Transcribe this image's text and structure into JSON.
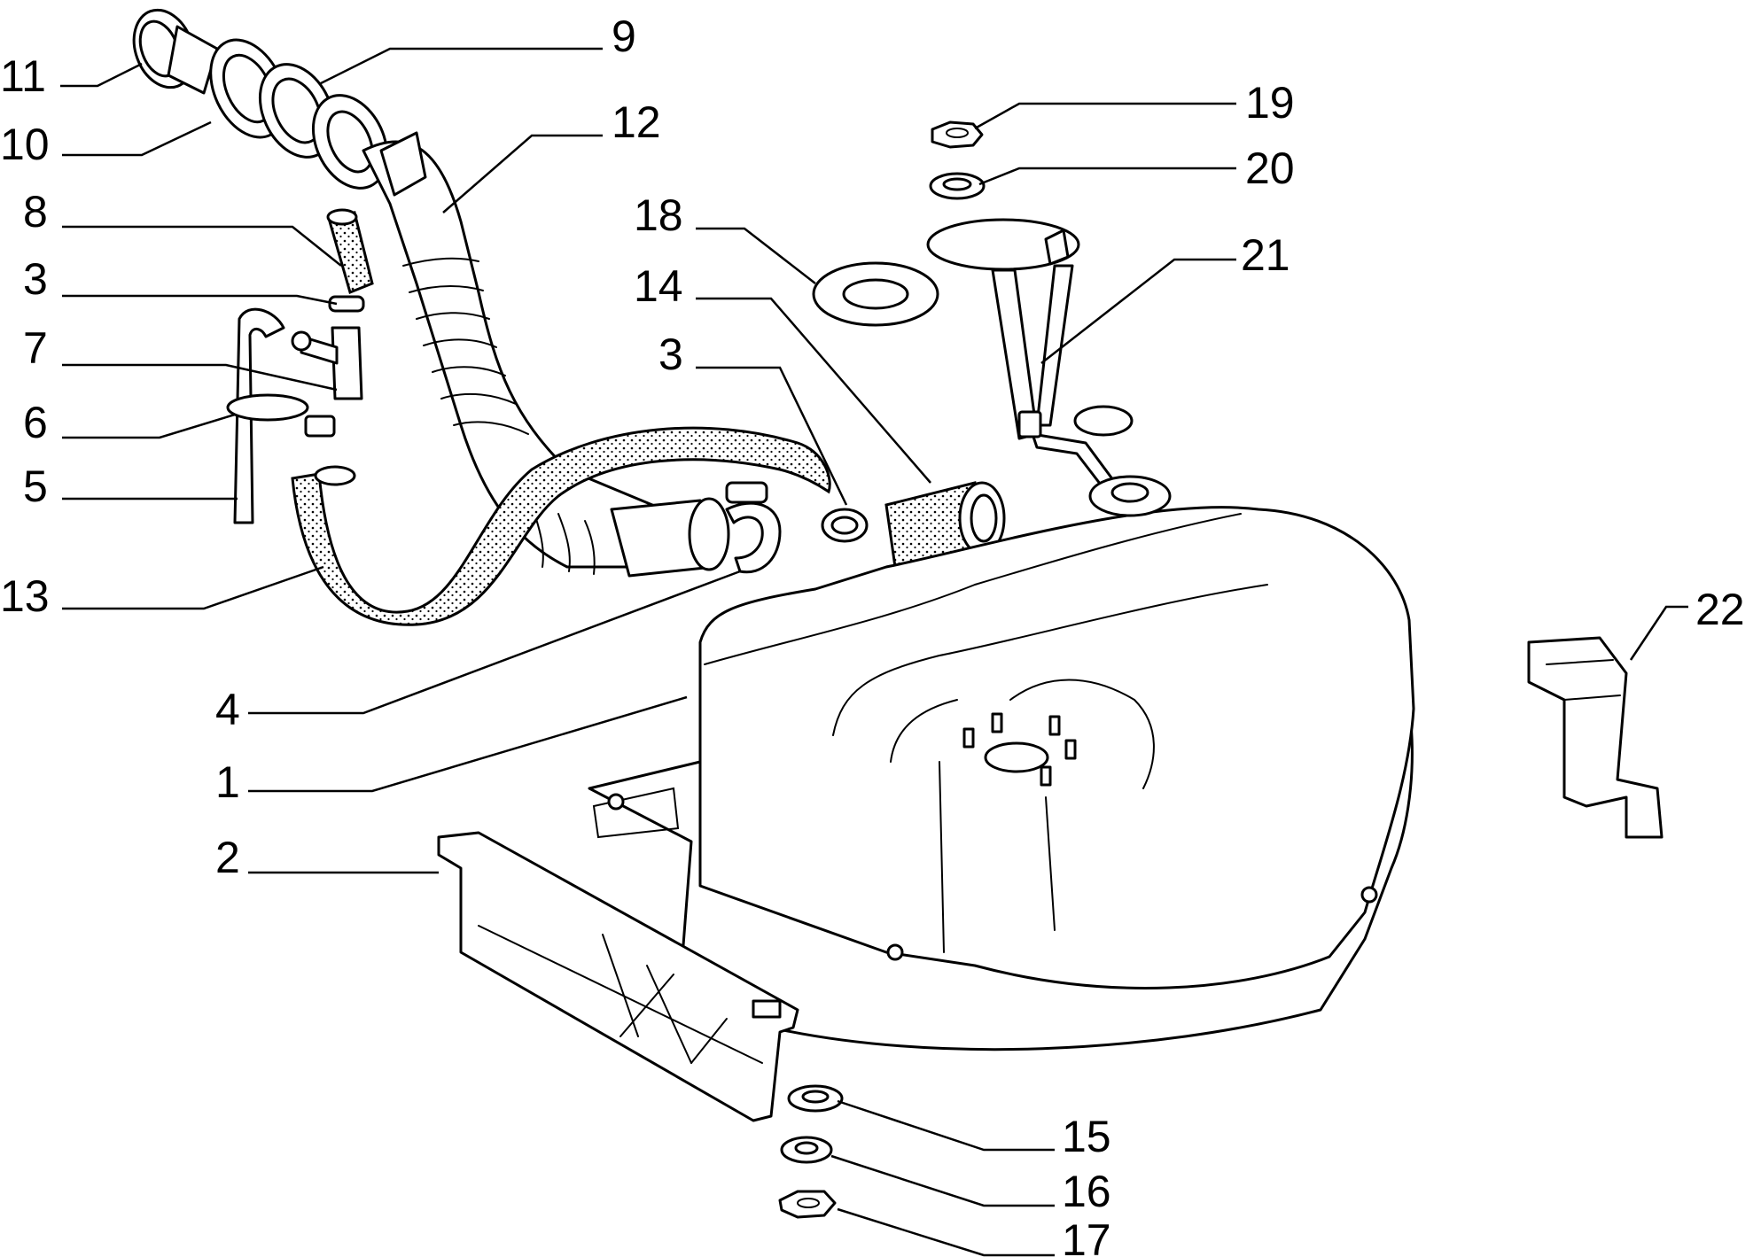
{
  "colors": {
    "line": "#000000",
    "background": "#ffffff"
  },
  "callouts": [
    {
      "id": "11",
      "label": "11"
    },
    {
      "id": "10",
      "label": "10"
    },
    {
      "id": "9",
      "label": "9"
    },
    {
      "id": "12",
      "label": "12"
    },
    {
      "id": "8",
      "label": "8"
    },
    {
      "id": "3a",
      "label": "3"
    },
    {
      "id": "7",
      "label": "7"
    },
    {
      "id": "6",
      "label": "6"
    },
    {
      "id": "5",
      "label": "5"
    },
    {
      "id": "13",
      "label": "13"
    },
    {
      "id": "18",
      "label": "18"
    },
    {
      "id": "14",
      "label": "14"
    },
    {
      "id": "3b",
      "label": "3"
    },
    {
      "id": "19",
      "label": "19"
    },
    {
      "id": "20",
      "label": "20"
    },
    {
      "id": "21",
      "label": "21"
    },
    {
      "id": "22",
      "label": "22"
    },
    {
      "id": "4",
      "label": "4"
    },
    {
      "id": "1",
      "label": "1"
    },
    {
      "id": "2",
      "label": "2"
    },
    {
      "id": "15",
      "label": "15"
    },
    {
      "id": "16",
      "label": "16"
    },
    {
      "id": "17",
      "label": "17"
    }
  ]
}
